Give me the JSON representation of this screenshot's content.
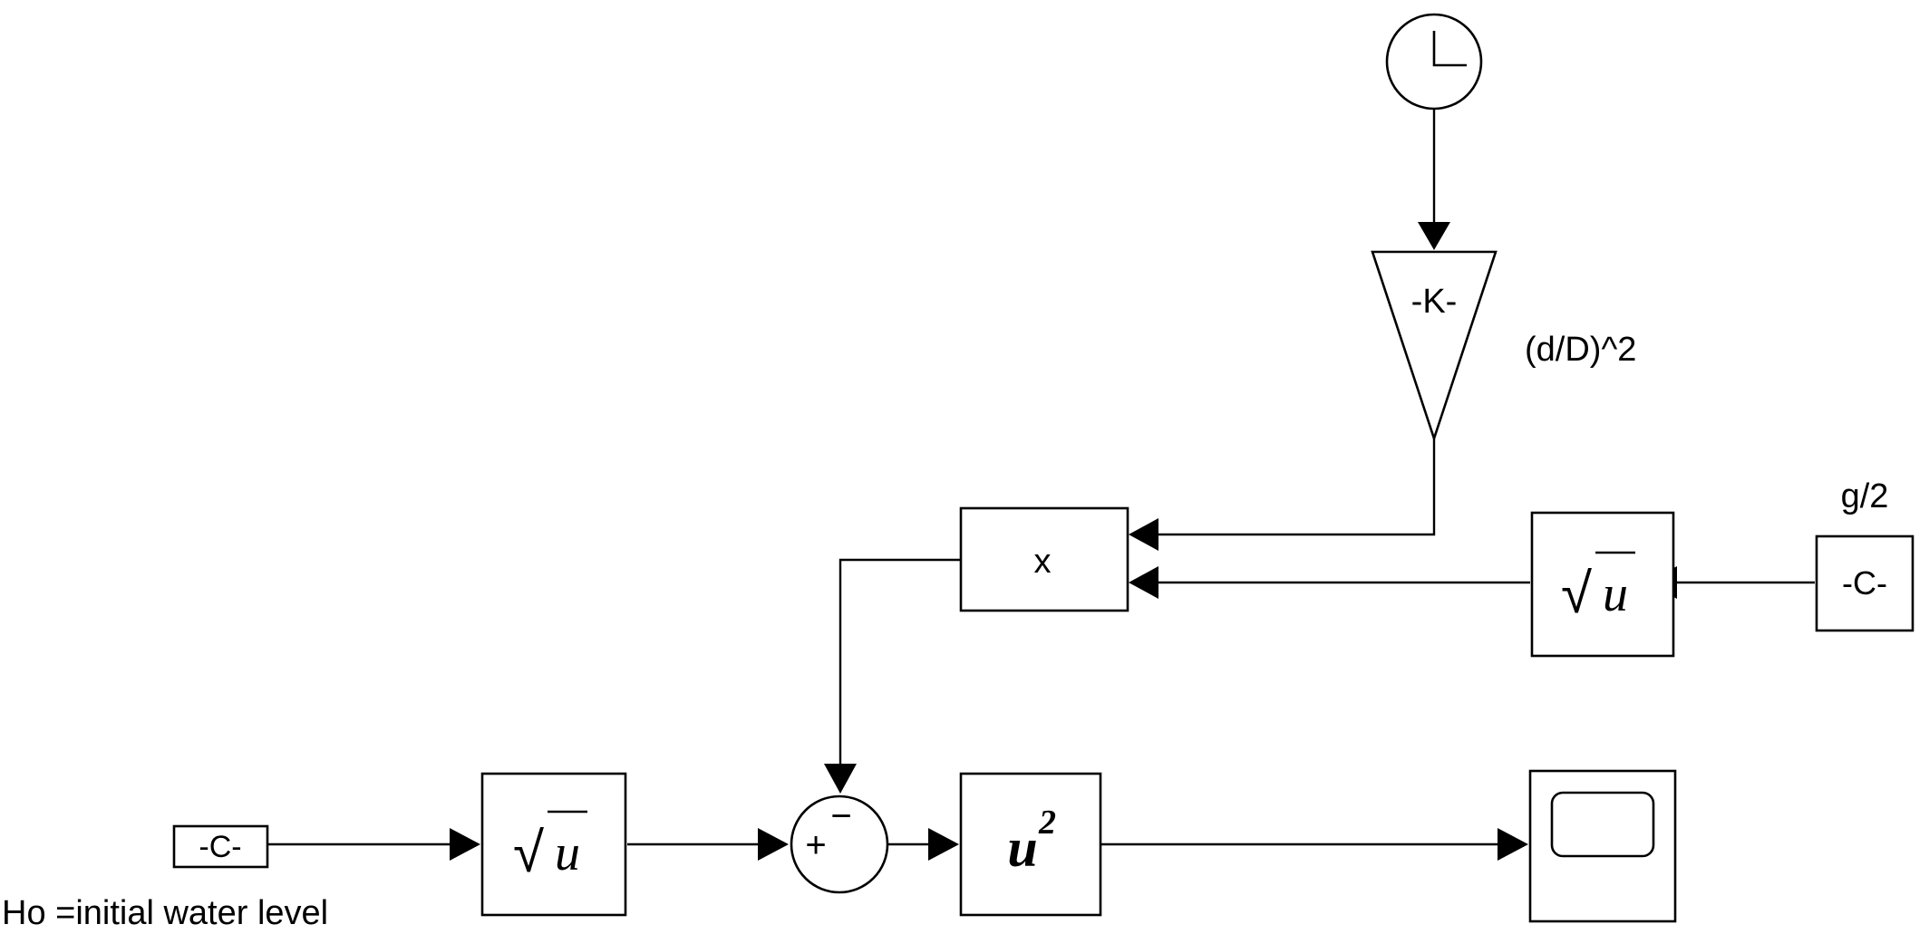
{
  "blocks": {
    "clock": {
      "label": ""
    },
    "gain": {
      "label": "-K-",
      "annotation": "(d/D)^2"
    },
    "product": {
      "label": "x"
    },
    "sqrt_right": {
      "label": "u",
      "symbol": "√"
    },
    "const_g2": {
      "label": "-C-",
      "annotation": "g/2"
    },
    "const_ho": {
      "label": "-C-",
      "annotation": "Ho =initial water level"
    },
    "sqrt_left": {
      "label": "u",
      "symbol": "√"
    },
    "sum": {
      "plus": "+",
      "minus": "−"
    },
    "square": {
      "label": "u",
      "exponent": "2"
    },
    "scope": {
      "label": ""
    }
  }
}
